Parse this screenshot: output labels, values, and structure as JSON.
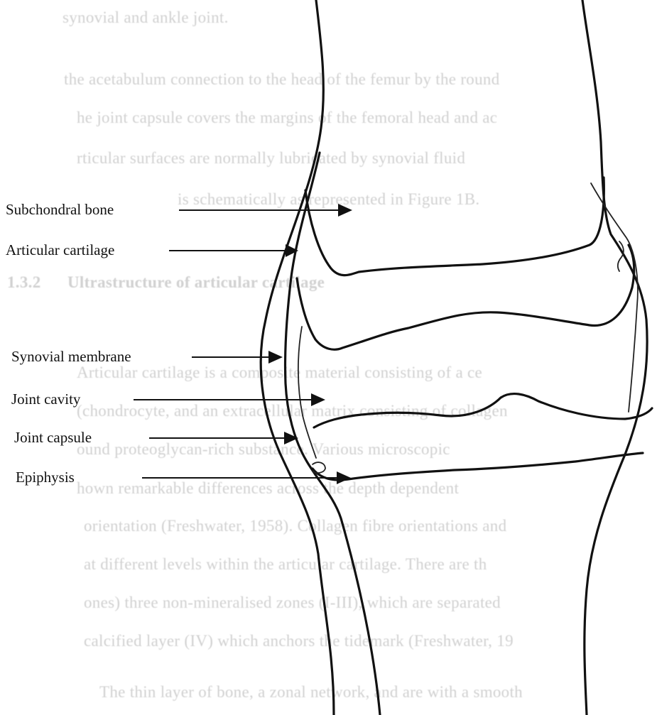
{
  "diagram": {
    "labels": {
      "subchondral_bone": "Subchondral bone",
      "articular_cartilage": "Articular cartilage",
      "synovial_membrane": "Synovial membrane",
      "joint_cavity": "Joint cavity",
      "joint_capsule": "Joint capsule",
      "epiphysis": "Epiphysis"
    }
  },
  "background_text": {
    "lines": [
      "synovial and ankle joint.",
      "the acetabulum connection to the head of the femur by the round",
      "he joint capsule covers the margins of the femoral head and ac",
      "rticular surfaces are normally lubricated by synovial fluid",
      "is schematically as represented in Figure 1B.",
      "Ultrastructure of articular cartilage",
      "Articular cartilage is a composite material consisting of a ce",
      "(chondrocyte, and an extracellular matrix consisting of collagen",
      "ound proteoglycan-rich substance. Various microscopic",
      "hown remarkable differences across the depth dependent",
      "orientation (Freshwater, 1958). Collagen fibre orientations and",
      "at different levels within the articular cartilage. There are th",
      "ones) three non-mineralised zones (I-III), which are separated",
      "calcified layer (IV) which anchors the tidemark (Freshwater, 19",
      "The thin layer of bone, a zonal network, and are with a smooth"
    ],
    "section_number": "1.3.2"
  }
}
